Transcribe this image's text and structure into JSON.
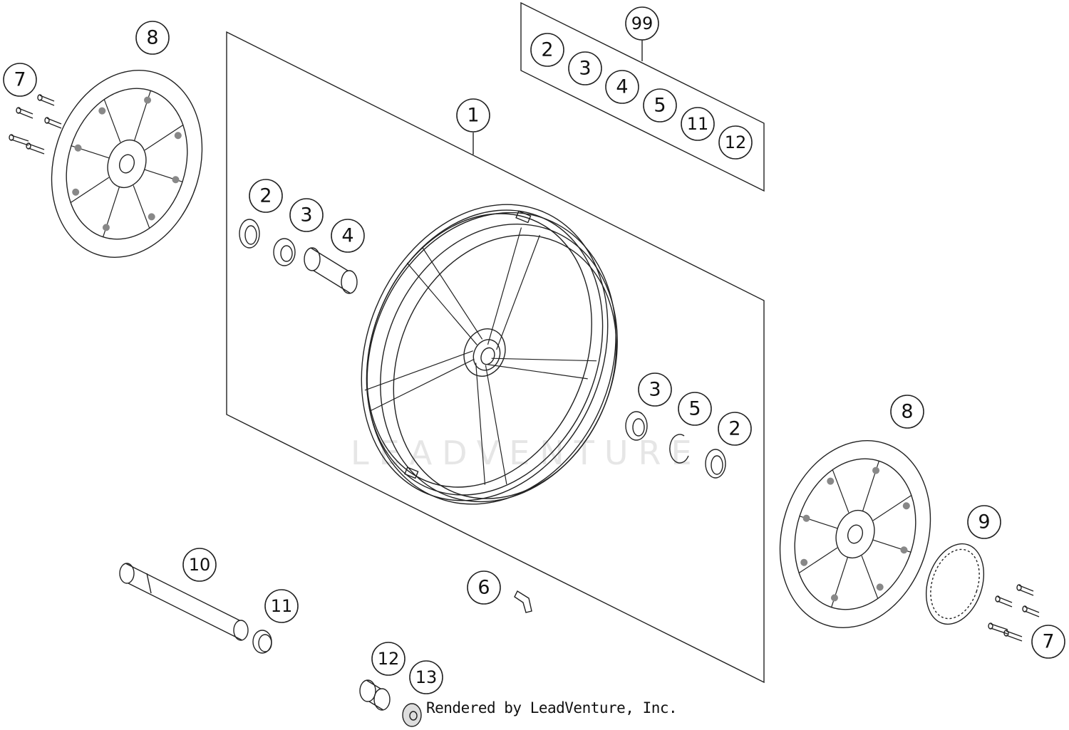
{
  "callouts": {
    "c1": "1",
    "c99": "99",
    "kit_2": "2",
    "kit_3": "3",
    "kit_4": "4",
    "kit_5": "5",
    "kit_11": "11",
    "kit_12": "12",
    "c2_left": "2",
    "c3_left": "3",
    "c4_left": "4",
    "c3_right": "3",
    "c5_right": "5",
    "c2_right": "2",
    "c7_left": "7",
    "c8_left": "8",
    "c8_right": "8",
    "c9": "9",
    "c7_right": "7",
    "c10": "10",
    "c11": "11",
    "c6": "6",
    "c12": "12",
    "c13": "13"
  },
  "watermark": "LEADVENTURE",
  "credit": "Rendered by LeadVenture, Inc."
}
